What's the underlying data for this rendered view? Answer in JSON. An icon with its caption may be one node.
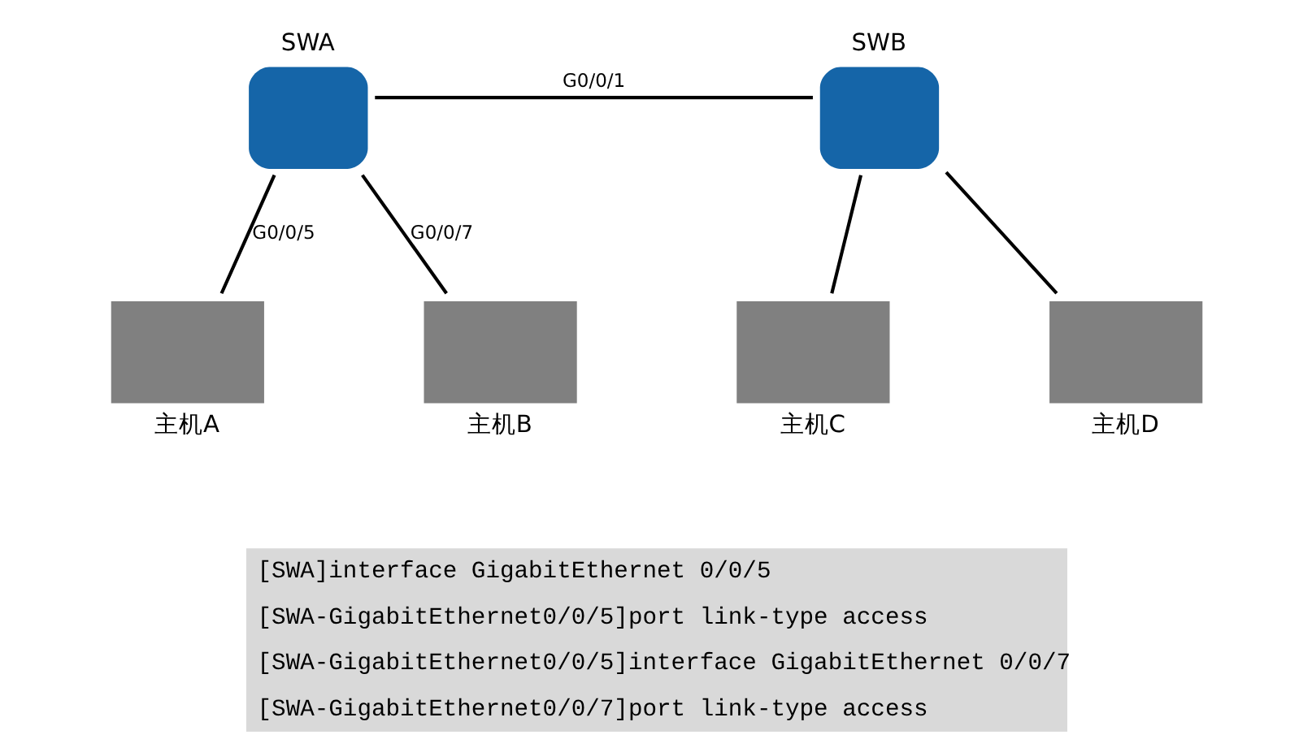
{
  "diagram": {
    "nodes": [
      {
        "text": [
          "SWA"
        ]
      },
      {
        "text": [
          "SWB"
        ]
      },
      {
        "text": [
          "主机A"
        ]
      },
      {
        "text": [
          "主机B"
        ]
      },
      {
        "text": [
          "主机C"
        ]
      },
      {
        "text": [
          "主机D"
        ]
      },
      {
        "text": [
          "[SWA]interface GigabitEthernet 0/0/5",
          "[SWA-GigabitEthernet0/0/5]port link-type access",
          "[SWA-GigabitEthernet0/0/5]interface GigabitEthernet 0/0/7",
          "[SWA-GigabitEthernet0/0/7]port link-type access"
        ]
      }
    ],
    "edges": [
      {
        "from": 0,
        "to": 1,
        "arrow": "none",
        "label": "G0/0/1"
      },
      {
        "from": 0,
        "to": 2,
        "arrow": "none",
        "label": "G0/0/5"
      },
      {
        "from": 0,
        "to": 3,
        "arrow": "none",
        "label": "G0/0/7"
      },
      {
        "from": 1,
        "to": 4,
        "arrow": "none"
      },
      {
        "from": 1,
        "to": 5,
        "arrow": "none"
      }
    ]
  }
}
